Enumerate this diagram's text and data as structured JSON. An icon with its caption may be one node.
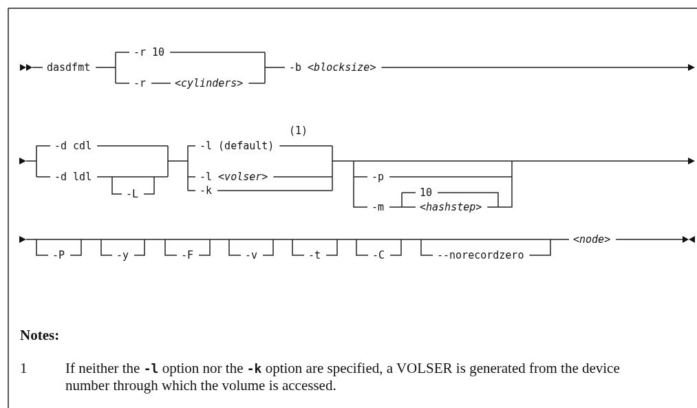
{
  "diagram": {
    "labels": [
      "dasdfmt",
      "-r 10",
      "-r",
      "<cylinders>",
      "-b *<blocksize>*",
      "(1)",
      "-d cdl",
      "-l (default)",
      "-d ldl",
      "-l *<volser>*",
      "-k",
      "-L",
      "-p",
      "10",
      "-m",
      "<hashstep>",
      "<node>",
      "-P",
      "-y",
      "-F",
      "-v",
      "-t",
      "-C",
      "--norecordzero",
      "Notes:",
      "1",
      "If neither the **-l** option nor the **-k** option are specified, a VOLSER is generated from the device number through which the volume is accessed."
    ]
  }
}
